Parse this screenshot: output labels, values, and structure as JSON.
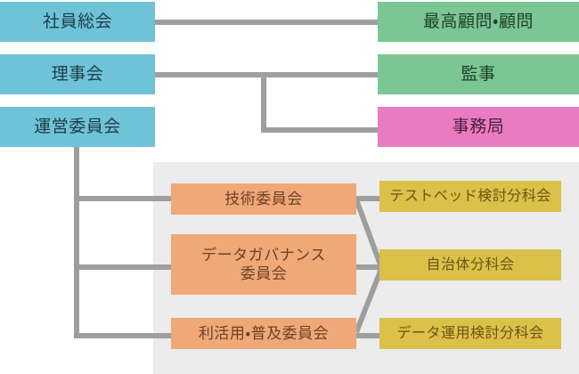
{
  "diagram": {
    "title": "組織図",
    "colors": {
      "blue": "#6EC3D9",
      "green": "#7BC694",
      "pink": "#E97BC0",
      "orange": "#F0A878",
      "yellow": "#DBC04A",
      "connector": "#9E9E9E",
      "panel": "#ECECEC",
      "background": "#FFFFFF"
    },
    "governance": {
      "left_column": [
        {
          "label": "社員総会"
        },
        {
          "label": "理事会"
        },
        {
          "label": "運営委員会"
        }
      ],
      "right_column": [
        {
          "label": "最高顧問・顧問"
        },
        {
          "label": "監事"
        },
        {
          "label": "事務局"
        }
      ]
    },
    "committees": [
      {
        "label": "技術委員会"
      },
      {
        "label": "データガバナンス\n委員会"
      },
      {
        "label": "利活用・普及委員会"
      }
    ],
    "subcommittees": [
      {
        "label": "テストベッド検討分科会"
      },
      {
        "label": "自治体分科会"
      },
      {
        "label": "データ運用検討分科会"
      }
    ]
  }
}
